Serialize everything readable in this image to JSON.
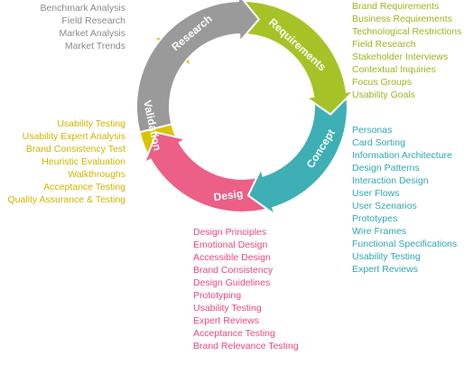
{
  "colors": {
    "research": "#9a9a9a",
    "requirements": "#a5c327",
    "concept": "#3eafb5",
    "design": "#ec5f86",
    "validation": "#dcc300"
  },
  "cycle": {
    "research": "Research",
    "requirements": "Requirements",
    "concept": "Concept",
    "design": "Desig",
    "validation": "Validation"
  },
  "lists": {
    "research": [
      "Benchmark Analysis",
      "Field Research",
      "Market Analysis",
      "Market Trends"
    ],
    "requirements": [
      "Brand Requirements",
      "Business Requirements",
      "Technological Restrictions",
      "Field Research",
      "Stakeholder Interviews",
      "Contextual Inquiries",
      "Focus Groups",
      "Usability Goals"
    ],
    "concept": [
      "Personas",
      "Card Sorting",
      "Information Architecture",
      "Design Patterns",
      "Interaction Design",
      "User Flows",
      "User Szenarios",
      "Prototypes",
      "Wire Frames",
      "Functional Specifications",
      "Usability Testing",
      "Expert Reviews"
    ],
    "design": [
      "Design Principles",
      "Emotional Design",
      "Accessible Design",
      "Brand Consistency",
      "Design Guidelines",
      "Prototyping",
      "Usability Testing",
      "Expert Reviews",
      "Acceptance Testing",
      "Brand Relevance Testing"
    ],
    "validation": [
      "Usability Testing",
      "Usability Expert Analysis",
      "Brand Consistency Test",
      "Heuristic Evaluation",
      "Walkthroughs",
      "Acceptance Testing",
      "Quality Assurance & Testing"
    ]
  }
}
